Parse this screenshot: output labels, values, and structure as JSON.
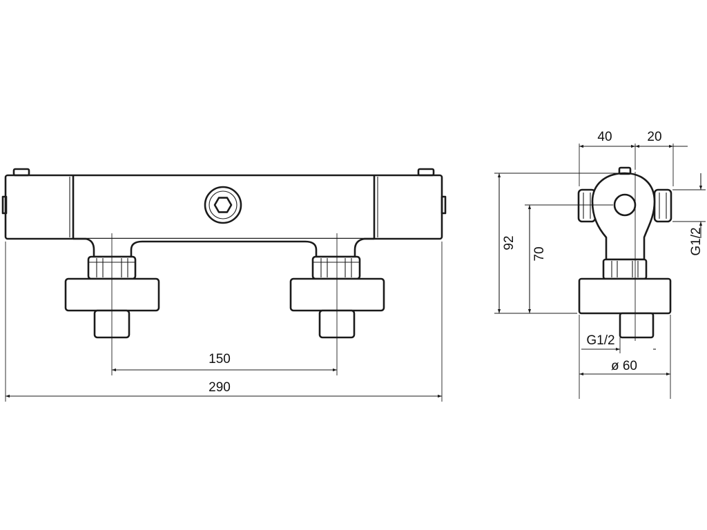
{
  "front_view": {
    "dimensions": {
      "overall_width": "290",
      "inlet_spacing": "150"
    }
  },
  "side_view": {
    "dimensions": {
      "offset_left": "40",
      "offset_right": "20",
      "overall_height": "92",
      "outlet_height": "70",
      "side_outlet_thread": "G1/2",
      "inlet_thread": "G1/2",
      "escutcheon_diameter": "ø 60"
    }
  }
}
